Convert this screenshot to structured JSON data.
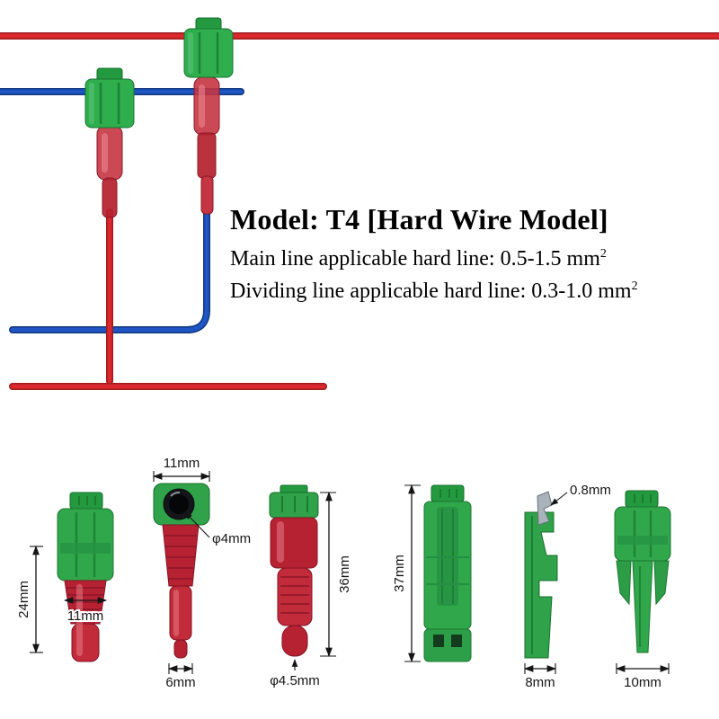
{
  "info": {
    "model_title": "Model: T4 [Hard Wire Model]",
    "main_line": "Main line applicable hard line: 0.5-1.5 mm",
    "main_line_sup": "2",
    "dividing_line": "Dividing line applicable hard line: 0.3-1.0 mm",
    "dividing_line_sup": "2"
  },
  "dimensions": {
    "front_terminal_height": "24mm",
    "front_terminal_width": "11mm",
    "top_view_width": "11mm",
    "crimp_hole_diameter": "φ4mm",
    "barrel_width": "6mm",
    "terminal_length": "36mm",
    "tip_diameter": "φ4.5mm",
    "tap_height": "37mm",
    "blade_thickness": "0.8mm",
    "tap_depth": "8mm",
    "tap_width": "10mm"
  },
  "colors": {
    "wire_red": "#d9292d",
    "wire_blue": "#1e55c4",
    "connector_green": "#2fae4e",
    "connector_cap_green": "#239a3f",
    "terminal_red": "#c43543"
  }
}
